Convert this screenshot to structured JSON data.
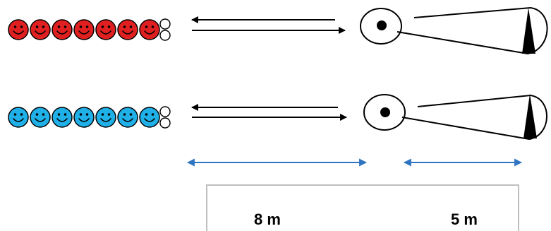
{
  "teams": [
    {
      "id": "red",
      "players": 7,
      "face_color": "#e02020",
      "eye_color": "#000000"
    },
    {
      "id": "blue",
      "players": 7,
      "face_color": "#20b0e8",
      "eye_color": "#000000"
    }
  ],
  "balls_per_team": 2,
  "distances": [
    {
      "label": "8 m",
      "arrow_color": "#2e74c0"
    },
    {
      "label": "5 m",
      "arrow_color": "#2e74c0"
    }
  ]
}
